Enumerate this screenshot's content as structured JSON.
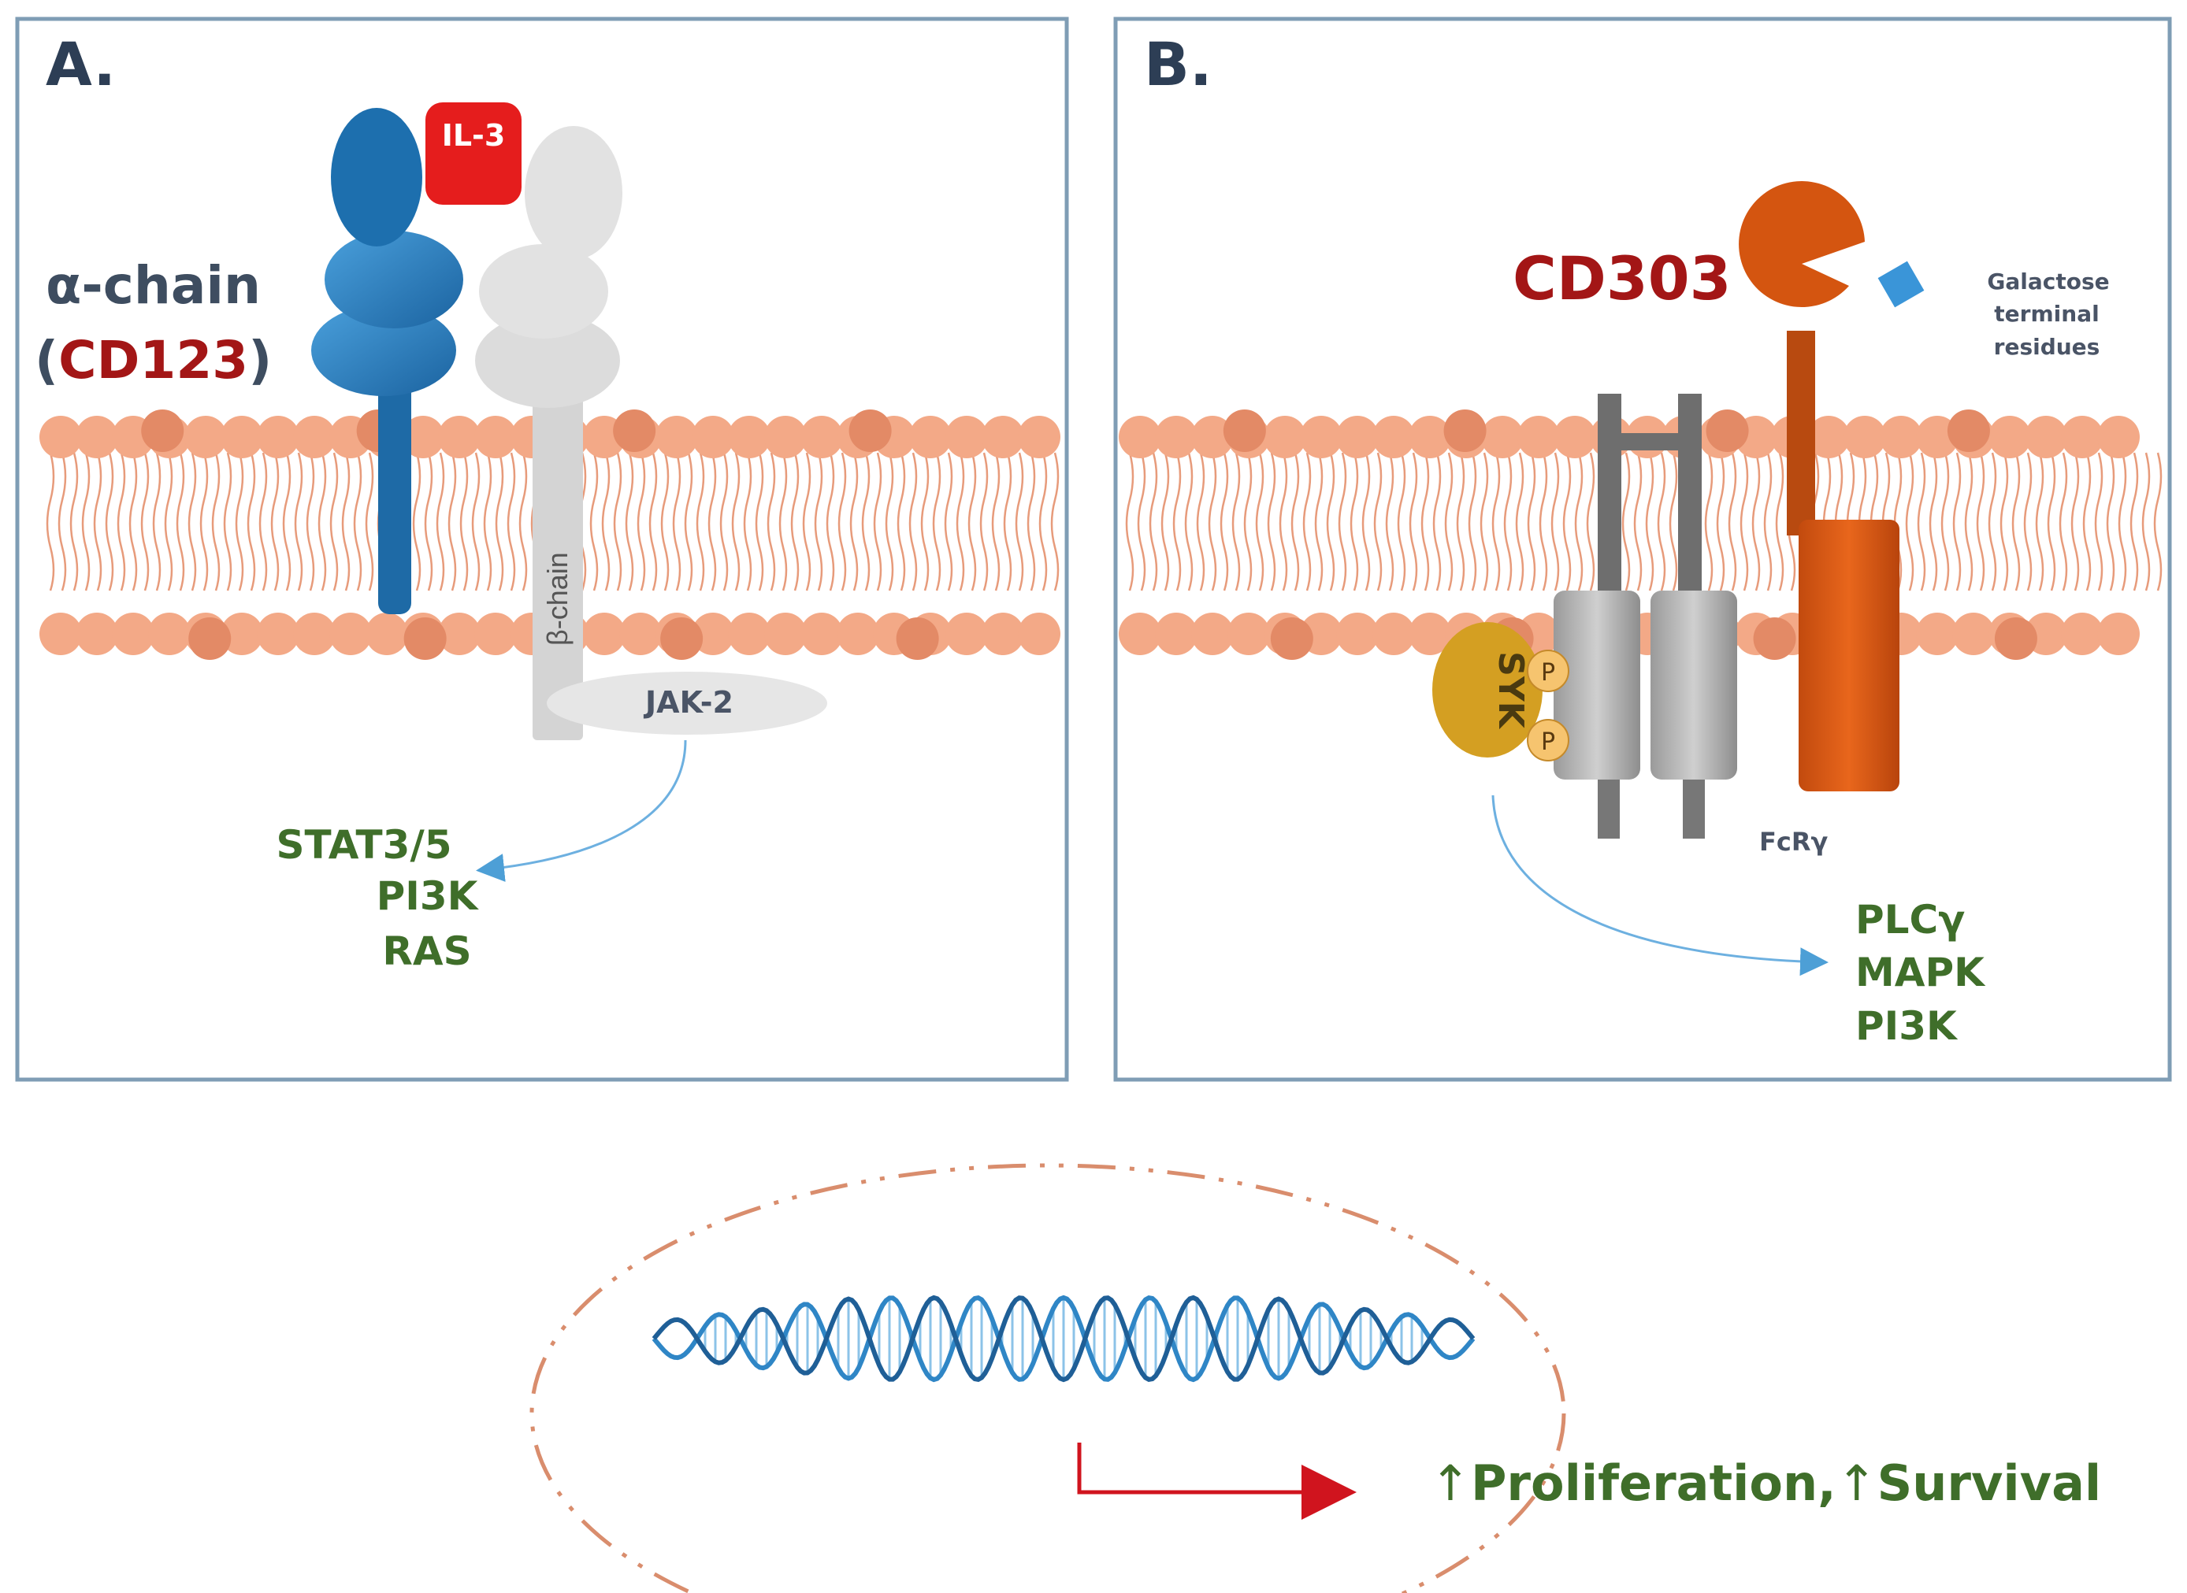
{
  "panel_a": {
    "letter": "A.",
    "ligand": "IL-3",
    "alpha_chain_label": "α-chain",
    "alpha_paren_open": "(",
    "alpha_cd": "CD123",
    "alpha_paren_close": ")",
    "beta_chain_label": "β-chain",
    "kinase": "JAK-2",
    "pathways": [
      "STAT3/5",
      "PI3K",
      "RAS"
    ]
  },
  "panel_b": {
    "letter": "B.",
    "receptor": "CD303",
    "ligand_lines": [
      "Galactose",
      "terminal",
      "residues"
    ],
    "kinase": "SYK",
    "phospho": [
      "P",
      "P"
    ],
    "adapter": "FcRγ",
    "pathways": [
      "PLCγ",
      "MAPK",
      "PI3K"
    ]
  },
  "outcome": {
    "arrow_glyph": "↑",
    "proliferation": "Proliferation,",
    "survival": "Survival"
  },
  "colors": {
    "frame": "#7f9db5",
    "navy": "#2d3e55",
    "red_label": "#a31616",
    "alpha_blue": "#1f72b0",
    "light_gray": "#d6d6d6",
    "membrane": "#f3a987",
    "green_text": "#3f6e2a",
    "cd303_orange": "#d45510",
    "syk_gold": "#d6a020",
    "dashed_ellipse": "#d98d6d",
    "red_arrow": "#d0141e"
  }
}
